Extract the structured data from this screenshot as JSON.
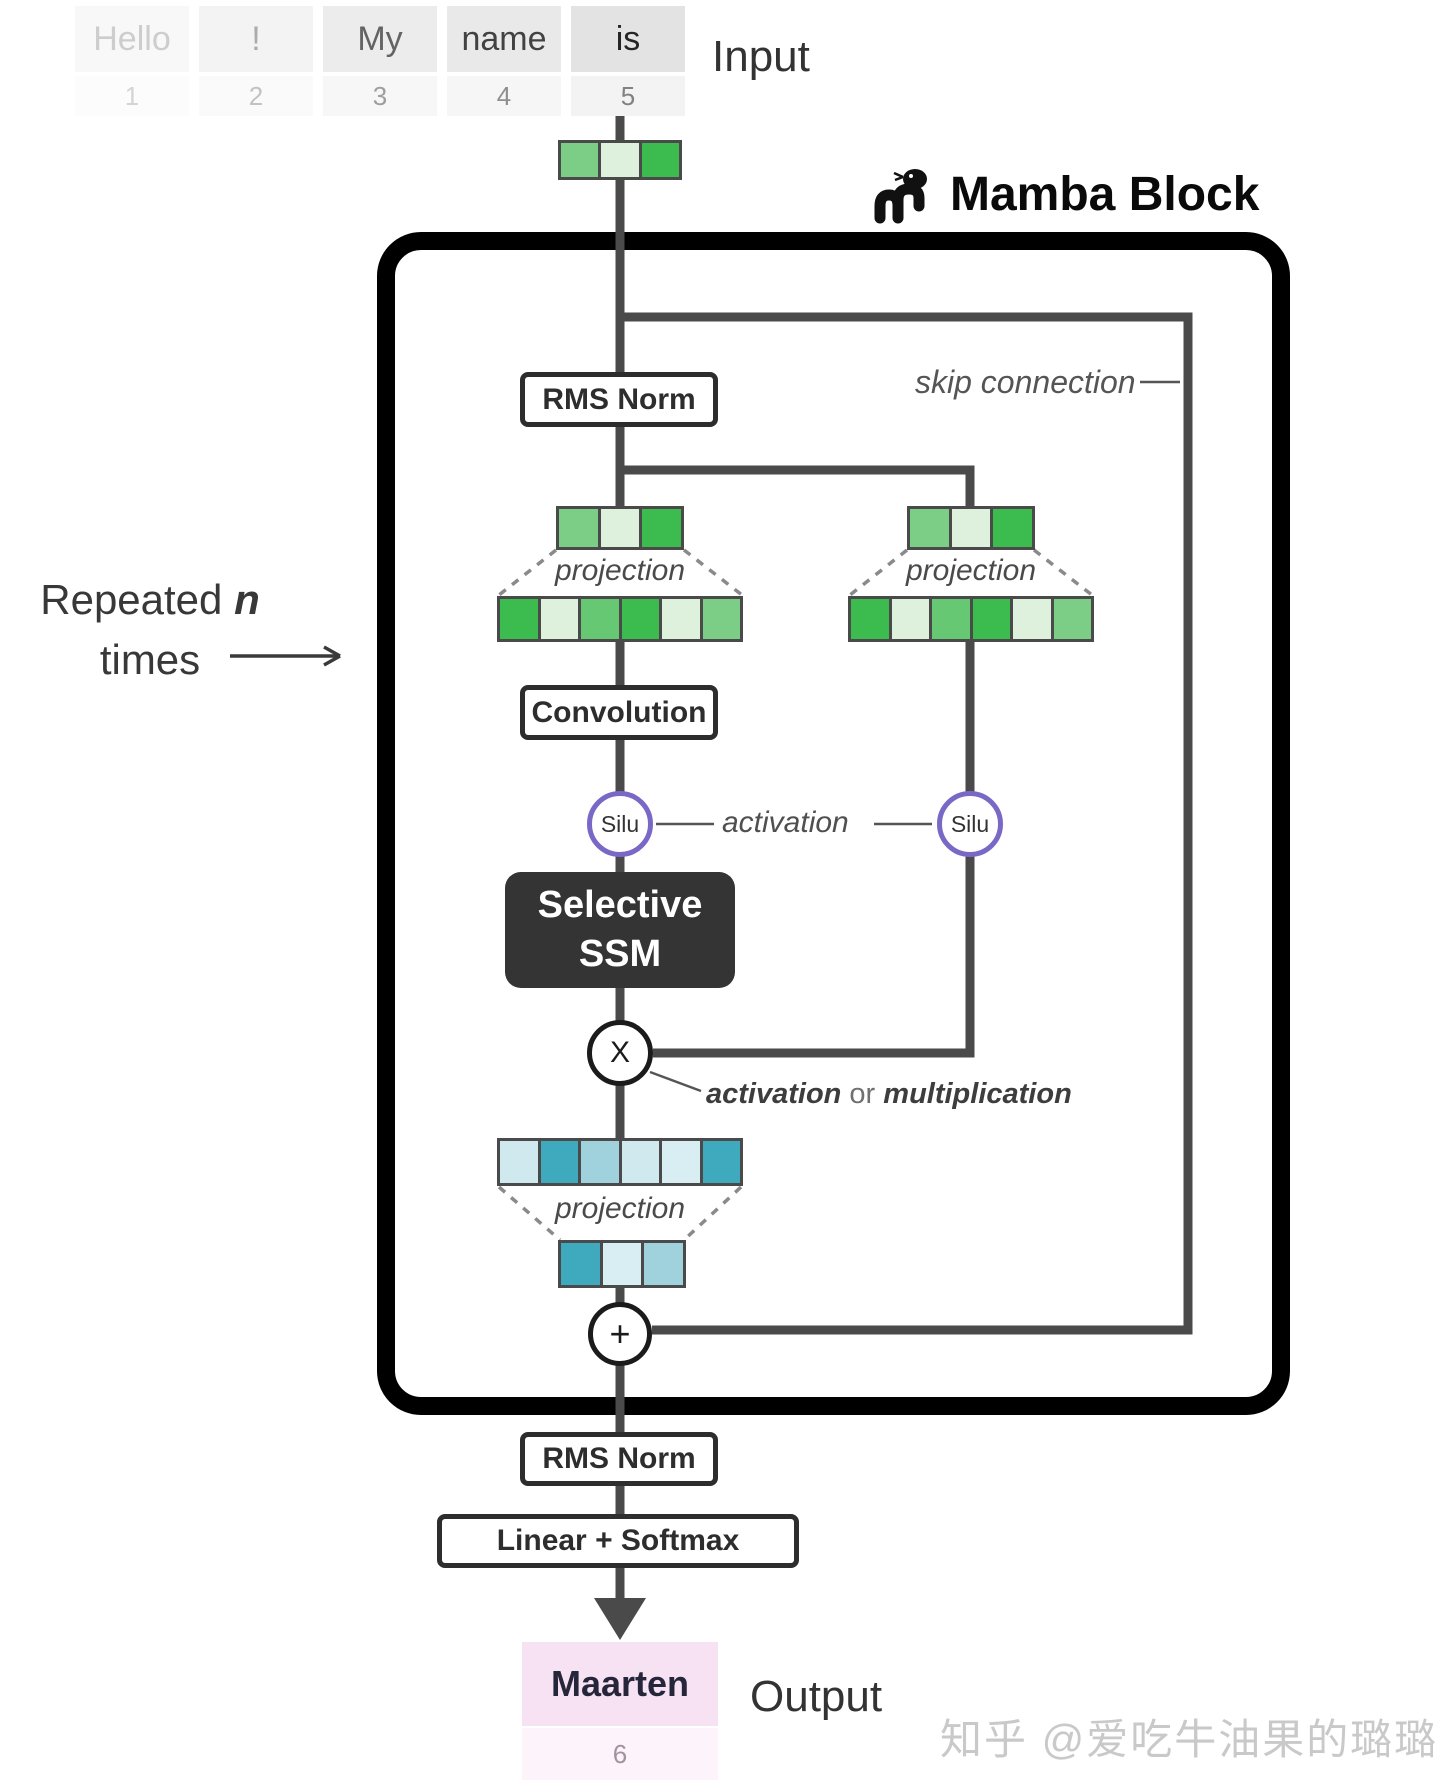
{
  "input_section": {
    "label": "Input",
    "tokens": [
      {
        "text": "Hello",
        "num": "1",
        "bg": "#f8f8f8",
        "fg": "#cdcdcd",
        "num_bg": "#fcfcfc",
        "num_fg": "#d4d4d4"
      },
      {
        "text": "!",
        "num": "2",
        "bg": "#f3f3f3",
        "fg": "#ababab",
        "num_bg": "#fafafa",
        "num_fg": "#c2c2c2"
      },
      {
        "text": "My",
        "num": "3",
        "bg": "#ececec",
        "fg": "#636363",
        "num_bg": "#f7f7f7",
        "num_fg": "#9e9e9e"
      },
      {
        "text": "name",
        "num": "4",
        "bg": "#e9e9e9",
        "fg": "#424242",
        "num_bg": "#f6f6f6",
        "num_fg": "#8f8f8f"
      },
      {
        "text": "is",
        "num": "5",
        "bg": "#e3e3e3",
        "fg": "#242424",
        "num_bg": "#f3f3f3",
        "num_fg": "#828282"
      }
    ]
  },
  "block": {
    "title": "Mamba Block",
    "icon": "mamba-snake-icon",
    "rms_norm_label": "RMS Norm",
    "skip_connection_label": "skip connection",
    "projection_label_left": "projection",
    "projection_label_right": "projection",
    "projection_label_out": "projection",
    "convolution_label": "Convolution",
    "silu_left_label": "Silu",
    "silu_right_label": "Silu",
    "activation_label": "activation",
    "ssm_line1": "Selective",
    "ssm_line2": "SSM",
    "multiply_symbol": "X",
    "mult_note_word1": "activation",
    "mult_note_or": " or ",
    "mult_note_word2": "multiplication",
    "plus_symbol": "+"
  },
  "repeat_note": {
    "word1": "Repeated ",
    "nvar": "n",
    "word2": "times"
  },
  "output_section": {
    "rms_norm_label": "RMS Norm",
    "linear_softmax_label": "Linear + Softmax",
    "token": "Maarten",
    "token_num": "6",
    "token_bg": "#f7e2f4",
    "token_num_bg": "#fdf4fb",
    "label": "Output"
  },
  "watermark": "知乎 @爱吃牛油果的璐璐",
  "vectors": {
    "input_embedding": [
      "#7ccd85",
      "#ddf1dd",
      "#3cbb4e"
    ],
    "small_green_left": [
      "#7ccd85",
      "#ddf1dd",
      "#3cbb4e"
    ],
    "small_green_right": [
      "#7ccd85",
      "#ddf1dd",
      "#3cbb4e"
    ],
    "wide_green_left": [
      "#3cbb4e",
      "#ddf1dd",
      "#66c873",
      "#3cbb4e",
      "#ddf1dd",
      "#7ccd85"
    ],
    "wide_green_right": [
      "#3cbb4e",
      "#ddf1dd",
      "#66c873",
      "#3cbb4e",
      "#ddf1dd",
      "#7ccd85"
    ],
    "wide_blue": [
      "#cfe9ee",
      "#3fa9bd",
      "#9fd2dc",
      "#cfe9ee",
      "#d8eef2",
      "#3fa9bd"
    ],
    "small_blue": [
      "#3fa9bd",
      "#d8eef2",
      "#9fd2dc"
    ]
  },
  "colors": {
    "wire": "#4a4a4a",
    "box_border": "#2d2d2d",
    "block_border": "#000000",
    "silu_purple": "#7a68c6",
    "ssm_bg": "#343434",
    "green_dark": "#3cbb4e",
    "green_pale": "#ddf1dd",
    "teal": "#3fa9bd",
    "pink": "#f7e2f4"
  }
}
